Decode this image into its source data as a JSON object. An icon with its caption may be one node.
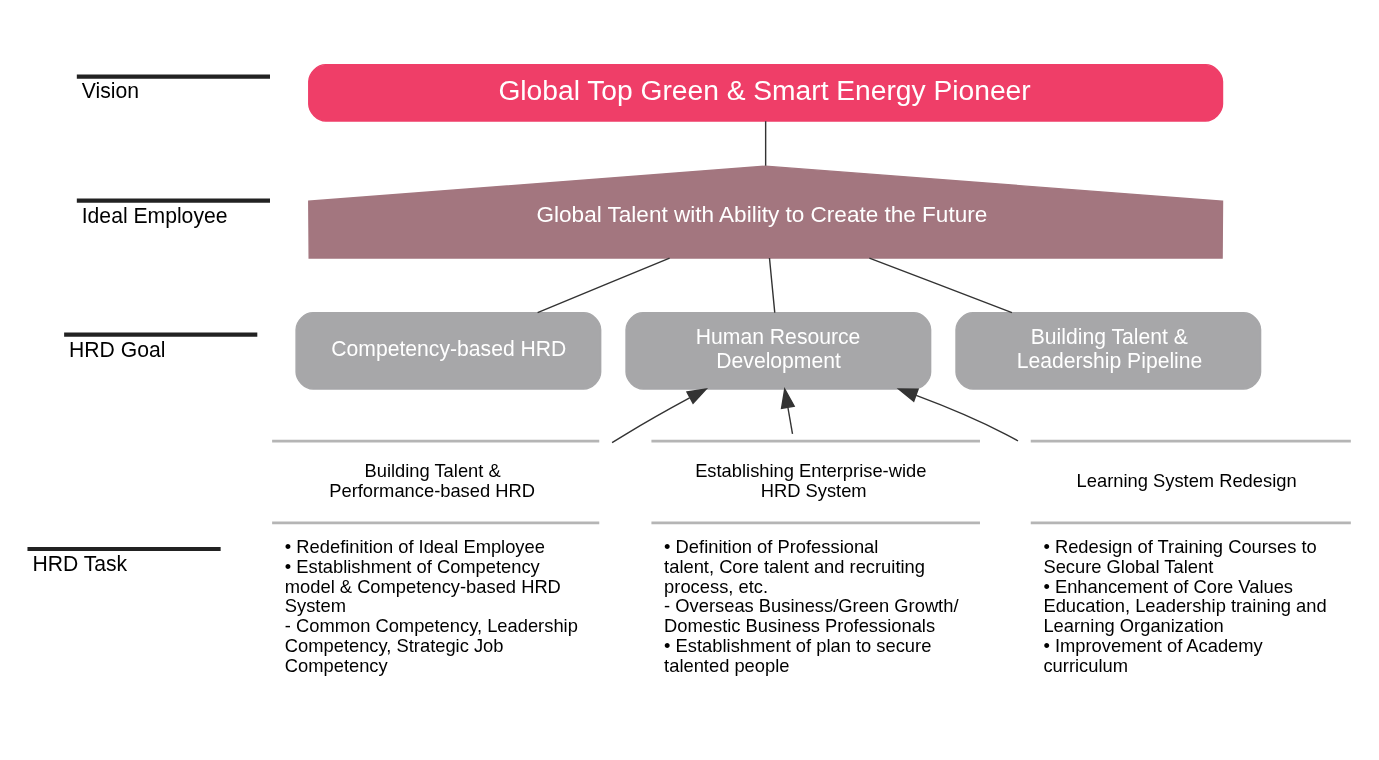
{
  "diagram": {
    "nodes": [
      {
        "text": [
          "Global Top Green & Smart Energy Pioneer"
        ]
      },
      {
        "text": [
          "Global Talent with Ability to Create the Future"
        ]
      },
      {
        "text": [
          "Competency-based HRD"
        ]
      },
      {
        "text": [
          "Human Resource Development"
        ]
      },
      {
        "text": [
          "Building Talent & Leadership Pipeline"
        ]
      },
      {
        "text": [
          "Building Talent & Performance-based HRD",
          "• Redefinition of Ideal Employee",
          "• Establishment of Competency model & Competency-based HRD System",
          "- Common Competency, Leadership Competency, Strategic Job Competency"
        ]
      },
      {
        "text": [
          "Establishing Enterprise-wide HRD System",
          "• Definition of Professional talent, Core talent and recruiting process, etc.",
          "- Overseas Business/Green Growth/ Domestic Business Professionals",
          "• Establishment of plan to secure talented people"
        ]
      },
      {
        "text": [
          "Learning System Redesign",
          "• Redesign of Training Courses to Secure Global Talent",
          "• Enhancement of Core Values Education, Leadership training and Learning Organization",
          "• Improvement of Academy curriculum"
        ]
      }
    ],
    "edges": [
      {
        "from": 1,
        "to": 0,
        "arrow": "none"
      },
      {
        "from": 1,
        "to": 2,
        "arrow": "none"
      },
      {
        "from": 1,
        "to": 3,
        "arrow": "none"
      },
      {
        "from": 1,
        "to": 4,
        "arrow": "none"
      },
      {
        "from": 5,
        "to": 3,
        "arrow": "to"
      },
      {
        "from": 6,
        "to": 3,
        "arrow": "to"
      },
      {
        "from": 7,
        "to": 3,
        "arrow": "to"
      }
    ],
    "labels": [
      "Vision",
      "Ideal Employee",
      "HRD Goal",
      "HRD Task"
    ]
  }
}
